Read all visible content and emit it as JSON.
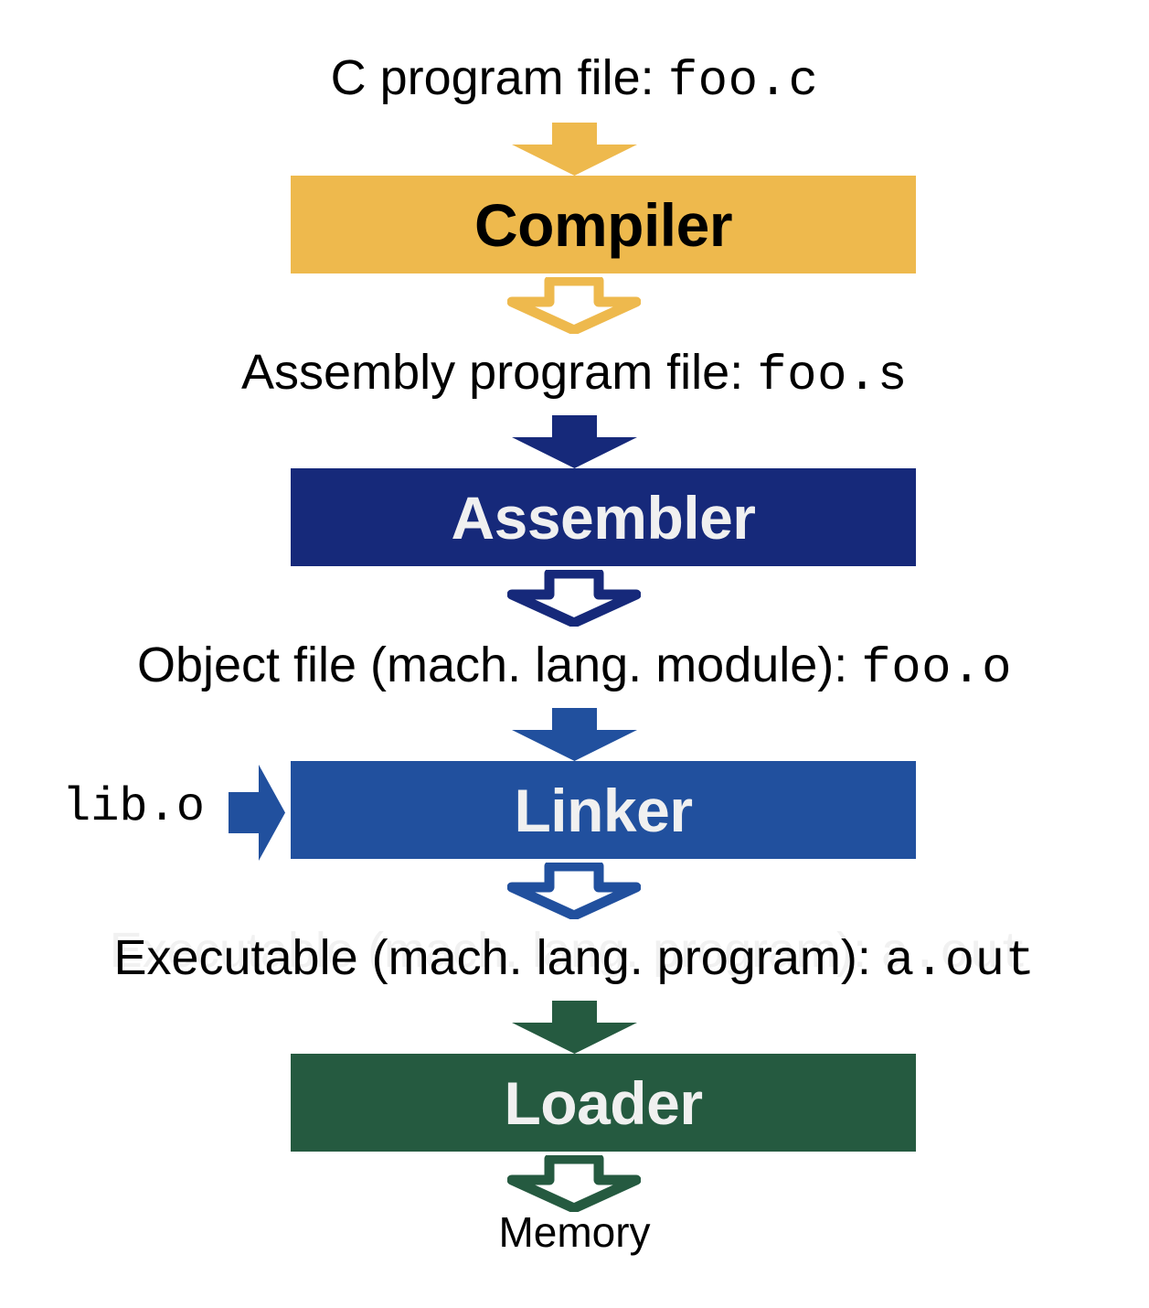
{
  "diagram": {
    "title": "C compilation toolchain",
    "colors": {
      "compiler": "#EEB94D",
      "assembler": "#16297A",
      "linker": "#21509E",
      "loader": "#255A40",
      "text_light": "#F0F0F0",
      "text_dark": "#000000",
      "ghost_text": "#F1F1F1",
      "background": "#FFFFFF"
    }
  },
  "captions": {
    "source": {
      "label": "C program file: ",
      "file": "foo.c"
    },
    "assembly": {
      "label": "Assembly program file: ",
      "file": "foo.s"
    },
    "object": {
      "label": "Object file (mach. lang. module): ",
      "file": "foo.o"
    },
    "executable": {
      "label": "Executable (mach. lang. program): ",
      "file": "a.out"
    },
    "memory": {
      "label": "Memory"
    }
  },
  "stages": {
    "compiler": {
      "label": "Compiler"
    },
    "assembler": {
      "label": "Assembler"
    },
    "linker": {
      "label": "Linker"
    },
    "loader": {
      "label": "Loader"
    }
  },
  "side_input": {
    "library": {
      "label": "lib.o"
    }
  },
  "arrows": {
    "solid_down_1": {
      "icon": "arrow-down-solid-icon",
      "color": "#EEB94D"
    },
    "hollow_down_1": {
      "icon": "arrow-down-hollow-icon",
      "color": "#EEB94D"
    },
    "solid_down_2": {
      "icon": "arrow-down-solid-icon",
      "color": "#16297A"
    },
    "hollow_down_2": {
      "icon": "arrow-down-hollow-icon",
      "color": "#16297A"
    },
    "solid_down_3": {
      "icon": "arrow-down-solid-icon",
      "color": "#21509E"
    },
    "hollow_down_3": {
      "icon": "arrow-down-hollow-icon",
      "color": "#21509E"
    },
    "solid_down_4": {
      "icon": "arrow-down-solid-icon",
      "color": "#255A40"
    },
    "hollow_down_4": {
      "icon": "arrow-down-hollow-icon",
      "color": "#255A40"
    },
    "lib_right": {
      "icon": "arrow-right-solid-icon",
      "color": "#21509E"
    }
  }
}
